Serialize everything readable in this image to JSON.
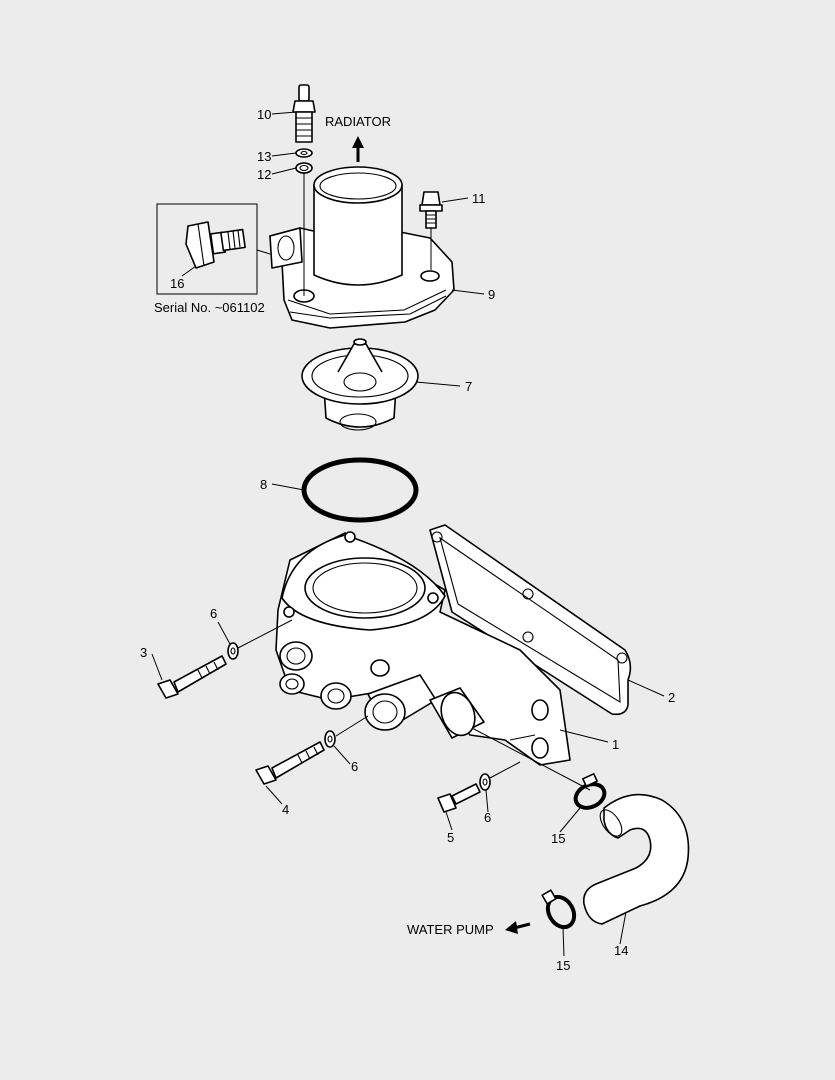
{
  "labels": {
    "radiator": "RADIATOR",
    "water_pump": "WATER PUMP",
    "serial_note": "Serial No. ~061102"
  },
  "callouts": {
    "c1": "1",
    "c2": "2",
    "c3": "3",
    "c4": "4",
    "c5": "5",
    "c6a": "6",
    "c6b": "6",
    "c6c": "6",
    "c7": "7",
    "c8": "8",
    "c9": "9",
    "c10": "10",
    "c11": "11",
    "c12": "12",
    "c13": "13",
    "c14": "14",
    "c15a": "15",
    "c15b": "15",
    "c16": "16"
  }
}
